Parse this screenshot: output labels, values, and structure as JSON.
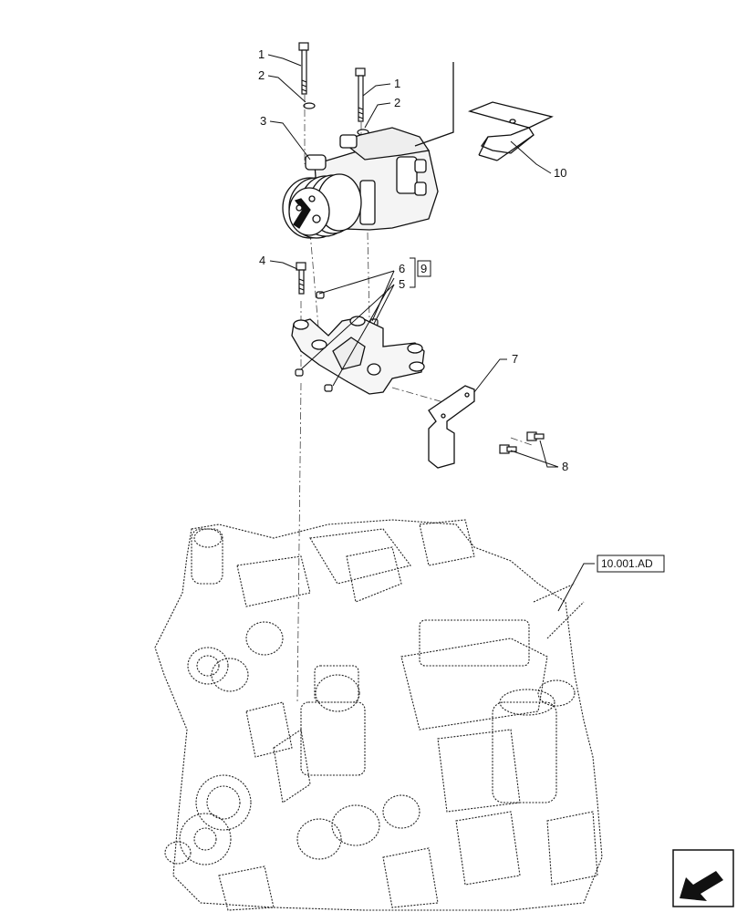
{
  "diagram": {
    "callouts": [
      {
        "id": "c1a",
        "text": "1"
      },
      {
        "id": "c2a",
        "text": "2"
      },
      {
        "id": "c1b",
        "text": "1"
      },
      {
        "id": "c2b",
        "text": "2"
      },
      {
        "id": "c3",
        "text": "3"
      },
      {
        "id": "c4",
        "text": "4"
      },
      {
        "id": "c6",
        "text": "6"
      },
      {
        "id": "c5",
        "text": "5"
      },
      {
        "id": "c9",
        "text": "9"
      },
      {
        "id": "c7",
        "text": "7"
      },
      {
        "id": "c8",
        "text": "8"
      },
      {
        "id": "c10",
        "text": "10"
      }
    ],
    "reference_box": "10.001.AD",
    "nav_icon": "arrow-nav-icon"
  }
}
